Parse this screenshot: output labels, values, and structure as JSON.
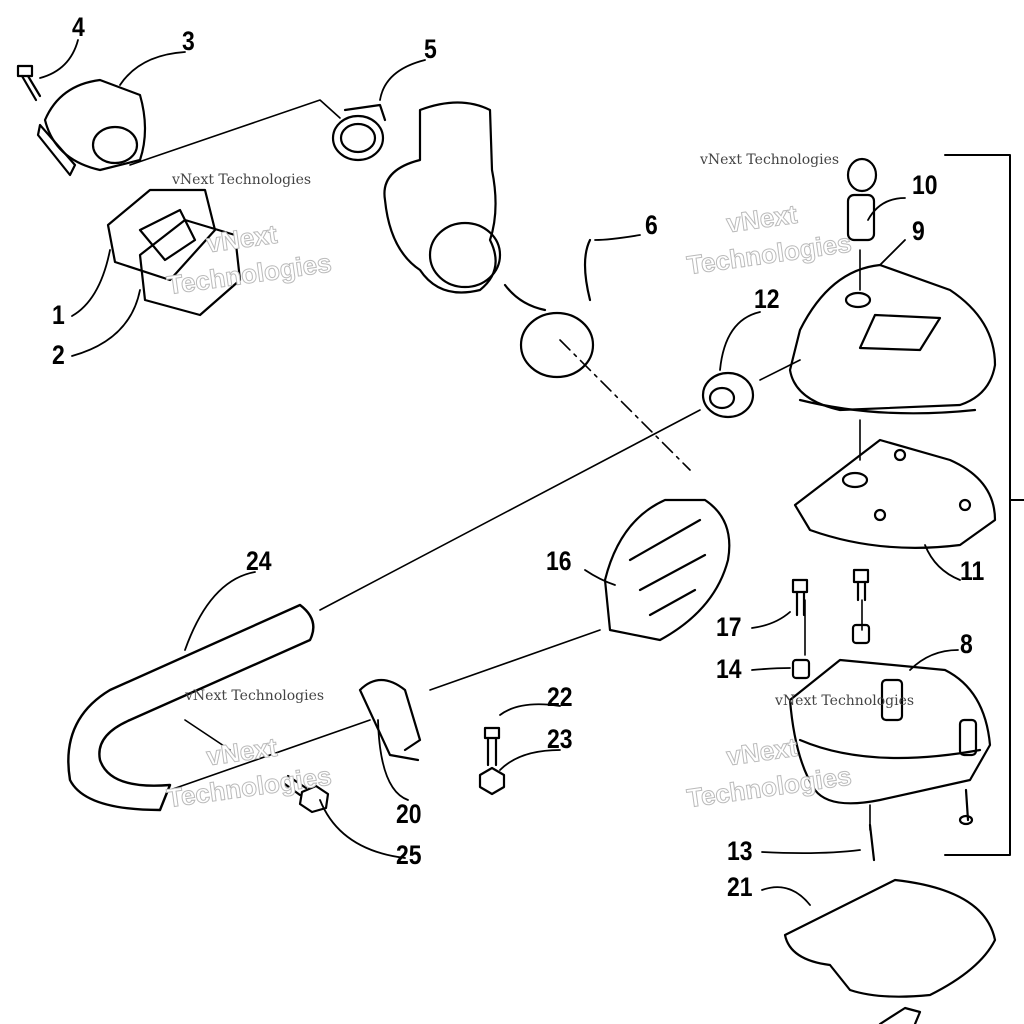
{
  "diagram": {
    "callouts": [
      {
        "id": "4",
        "text": "4"
      },
      {
        "id": "3",
        "text": "3"
      },
      {
        "id": "5",
        "text": "5"
      },
      {
        "id": "10",
        "text": "10"
      },
      {
        "id": "9",
        "text": "9"
      },
      {
        "id": "6",
        "text": "6"
      },
      {
        "id": "12",
        "text": "12"
      },
      {
        "id": "1",
        "text": "1"
      },
      {
        "id": "2",
        "text": "2"
      },
      {
        "id": "24",
        "text": "24"
      },
      {
        "id": "16",
        "text": "16"
      },
      {
        "id": "11",
        "text": "11"
      },
      {
        "id": "17",
        "text": "17"
      },
      {
        "id": "8",
        "text": "8"
      },
      {
        "id": "14",
        "text": "14"
      },
      {
        "id": "22",
        "text": "22"
      },
      {
        "id": "23",
        "text": "23"
      },
      {
        "id": "20",
        "text": "20"
      },
      {
        "id": "25",
        "text": "25"
      },
      {
        "id": "13",
        "text": "13"
      },
      {
        "id": "21",
        "text": "21"
      }
    ],
    "watermark": {
      "small": "vNext Technologies",
      "big_line1": "vNext",
      "big_line2": "Technologies"
    }
  }
}
